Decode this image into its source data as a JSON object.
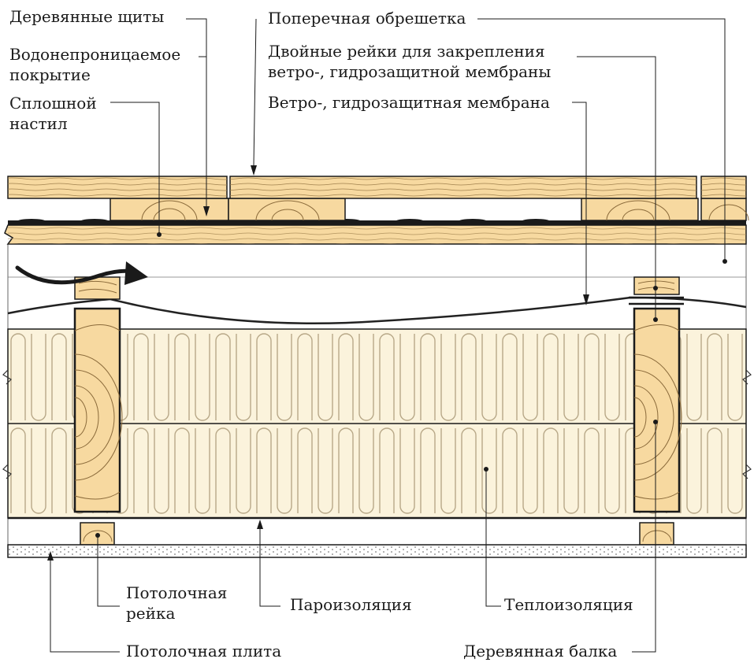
{
  "labels": {
    "wood_panels": "Деревянные щиты",
    "waterproof_line1": "Водонепроницаемое",
    "waterproof_line2": "покрытие",
    "solid_deck_line1": "Сплошной",
    "solid_deck_line2": "настил",
    "cross_battens": "Поперечная обрешетка",
    "double_battens_line1": "Двойные рейки для закрепления",
    "double_battens_line2": "ветро-, гидрозащитной мембраны",
    "wind_membrane": "Ветро-, гидрозащитная мембрана",
    "ceiling_batten_line1": "Потолочная",
    "ceiling_batten_line2": "рейка",
    "vapor_barrier": "Пароизоляция",
    "insulation": "Теплоизоляция",
    "ceiling_board": "Потолочная плита",
    "wood_beam": "Деревянная балка"
  },
  "colors": {
    "wood_fill": "#f7d9a0",
    "wood_grain": "#8a6a3a",
    "insulation_fill": "#fbf3dc",
    "insulation_line": "#b8a888",
    "outline": "#1a1a1a",
    "membrane": "#222222"
  }
}
